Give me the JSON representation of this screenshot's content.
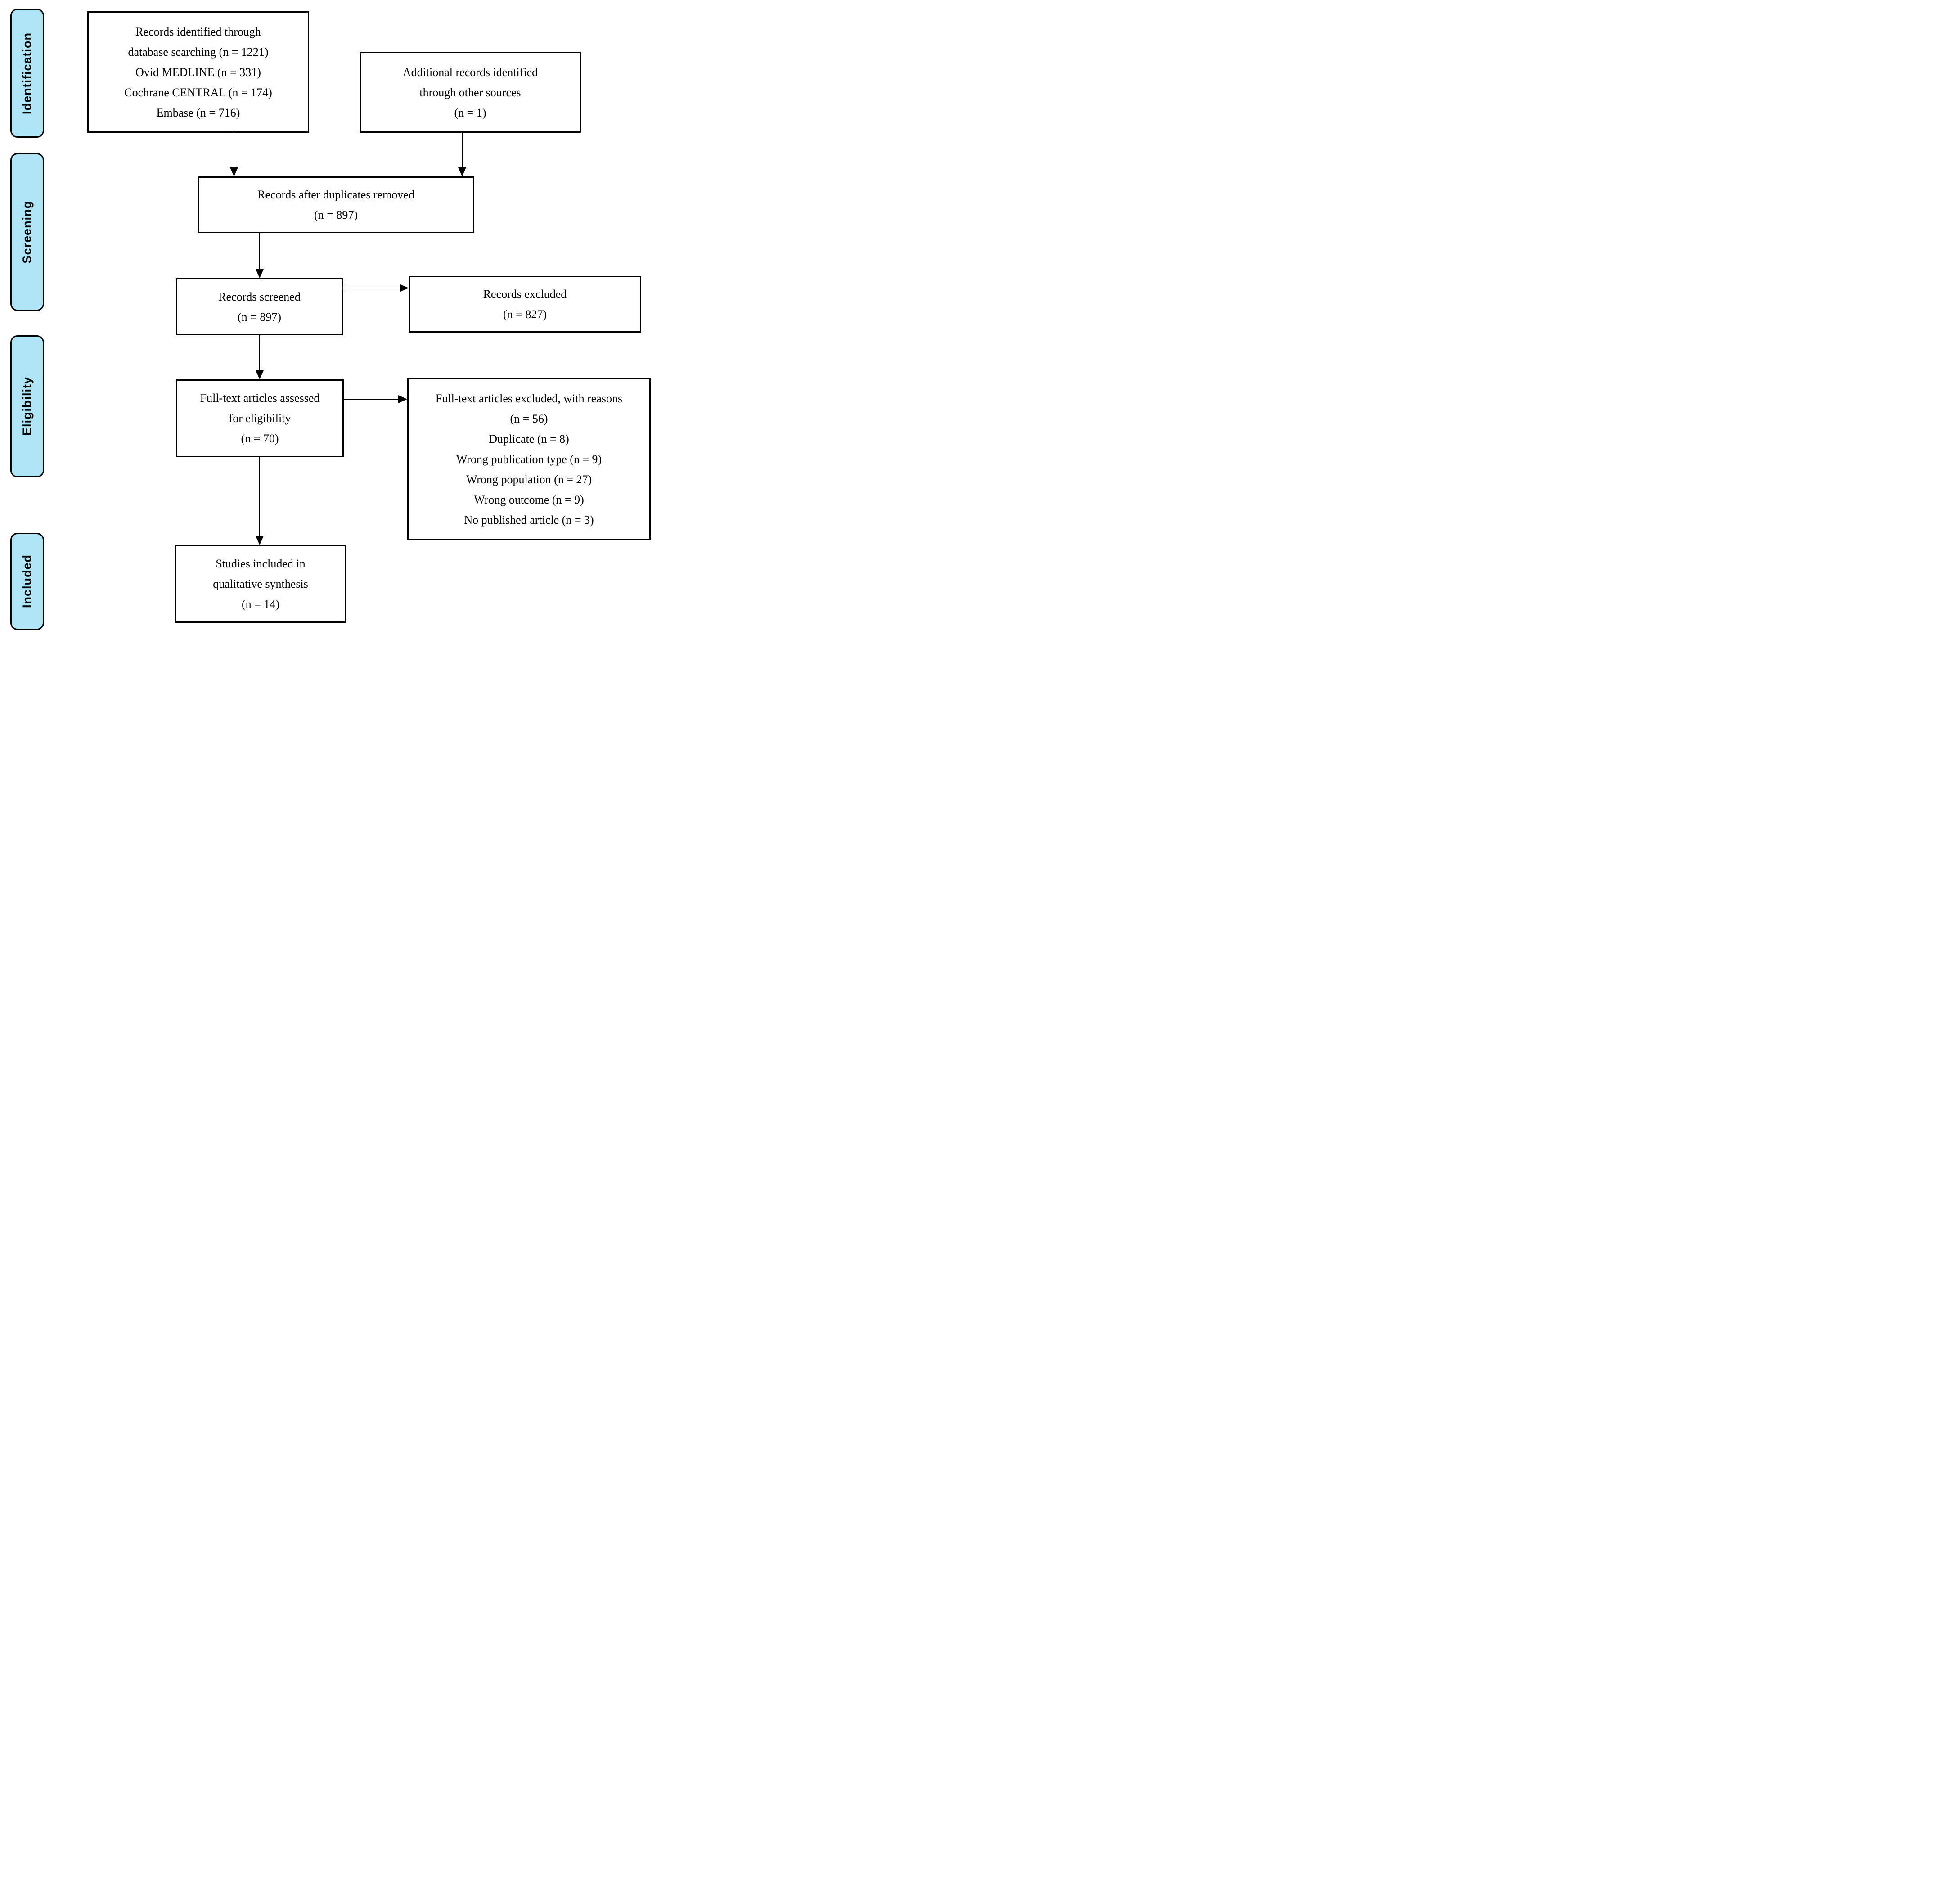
{
  "diagram": {
    "stages": [
      {
        "label": "Identification"
      },
      {
        "label": "Screening"
      },
      {
        "label": "Eligibility"
      },
      {
        "label": "Included"
      }
    ],
    "boxes": {
      "identified": {
        "lines": [
          "Records identified through",
          "database searching (n = 1221)",
          "Ovid MEDLINE (n = 331)",
          "Cochrane CENTRAL (n = 174)",
          "Embase (n = 716)"
        ]
      },
      "additional": {
        "lines": [
          "Additional records identified",
          "through other sources",
          "(n = 1)"
        ]
      },
      "deduplicated": {
        "lines": [
          "Records after duplicates removed",
          "(n = 897)"
        ]
      },
      "screened": {
        "lines": [
          "Records screened",
          "(n = 897)"
        ]
      },
      "records_excluded": {
        "lines": [
          "Records excluded",
          "(n = 827)"
        ]
      },
      "fulltext_assessed": {
        "lines": [
          "Full-text articles assessed",
          "for eligibility",
          "(n = 70)"
        ]
      },
      "fulltext_excluded": {
        "lines": [
          "Full-text articles excluded, with reasons",
          "(n = 56)",
          "Duplicate (n = 8)",
          "Wrong publication type (n = 9)",
          "Wrong population (n = 27)",
          "Wrong outcome (n = 9)",
          "No published article (n = 3)"
        ]
      },
      "included_studies": {
        "lines": [
          "Studies included in",
          "qualitative synthesis",
          "(n = 14)"
        ]
      }
    },
    "colors": {
      "stage_fill": "#aee6f7",
      "stage_border": "#000000",
      "box_fill": "#ffffff",
      "box_border": "#000000",
      "arrow": "#000000",
      "text": "#000000"
    }
  }
}
